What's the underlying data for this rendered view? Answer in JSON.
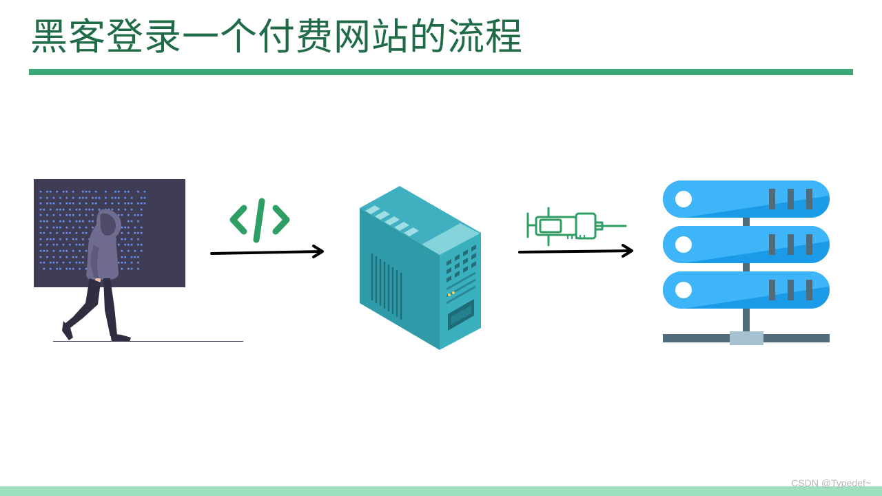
{
  "title": "黑客登录一个付费网站的流程",
  "watermark": "CSDN @Typedef~",
  "colors": {
    "title": "#1f6b47",
    "title_rule": "#3aa874",
    "accent_green": "#2e9e64",
    "server_tower": "#3aa3b2",
    "server_rack": "#1b9ae8",
    "bottom_bar": "#9edfc0"
  },
  "icons": {
    "hacker": "hacker-illustration",
    "code": "code-brackets-icon",
    "tower": "computer-tower-icon",
    "injection": "syringe-icon",
    "database": "server-rack-icon"
  }
}
